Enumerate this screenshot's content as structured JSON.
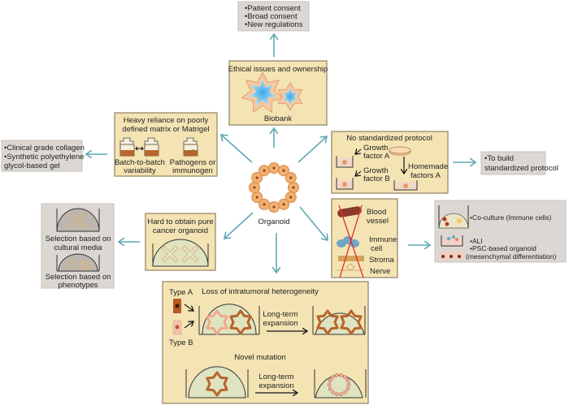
{
  "center": {
    "label": "Organoid"
  },
  "ethics": {
    "title": "Ethical issues and ownership",
    "caption": "Biobank",
    "solutions": [
      "•Patient consent",
      "•Broad consent",
      "•New regulations"
    ]
  },
  "matrix": {
    "title_lines": [
      "Heavy reliance on poorly",
      "defined matrix or Matrigel"
    ],
    "left_caption": [
      "Batch-to-batch",
      "variability"
    ],
    "right_caption": [
      "Pathogens or",
      "immunogen"
    ],
    "solutions": [
      "•Clinical grade collagen",
      "•Synthetic polyethylene",
      "glycol-based gel"
    ]
  },
  "protocol": {
    "title": "No standardized protocol",
    "growth_a": [
      "Growth",
      "factor A"
    ],
    "growth_b": [
      "Growth",
      "factor B"
    ],
    "homemade": [
      "Homemade",
      "factors A"
    ],
    "solutions": [
      "•To build",
      "standardized protocol"
    ]
  },
  "purity": {
    "title_lines": [
      "Hard to obtain pure",
      "cancer organoid"
    ],
    "solutions": {
      "media": [
        "Selection based on",
        "cultural media"
      ],
      "phenotypes": [
        "Selection based on",
        "phenotypes"
      ]
    }
  },
  "microenvironment": {
    "items": [
      [
        "Blood",
        "vessel"
      ],
      [
        "Immune",
        "cell"
      ],
      [
        "Stroma"
      ],
      [
        "Nerve"
      ]
    ],
    "solutions": [
      "•Co-culture (Immune cells)",
      "•ALI",
      "•PSC-based organoid",
      "(mesenchymal differentiation)"
    ]
  },
  "heterogeneity": {
    "title": "Loss of intratumoral heterogeneity",
    "type_a": "Type A",
    "type_b": "Type B",
    "expansion": [
      "Long-term",
      "expansion"
    ],
    "mutation_title": "Novel mutation"
  },
  "colors": {
    "arrow": "#5fa8b3",
    "box": "#f4e4b4",
    "solution_box": "#dcd7d2",
    "organoid": "#d9884a"
  }
}
